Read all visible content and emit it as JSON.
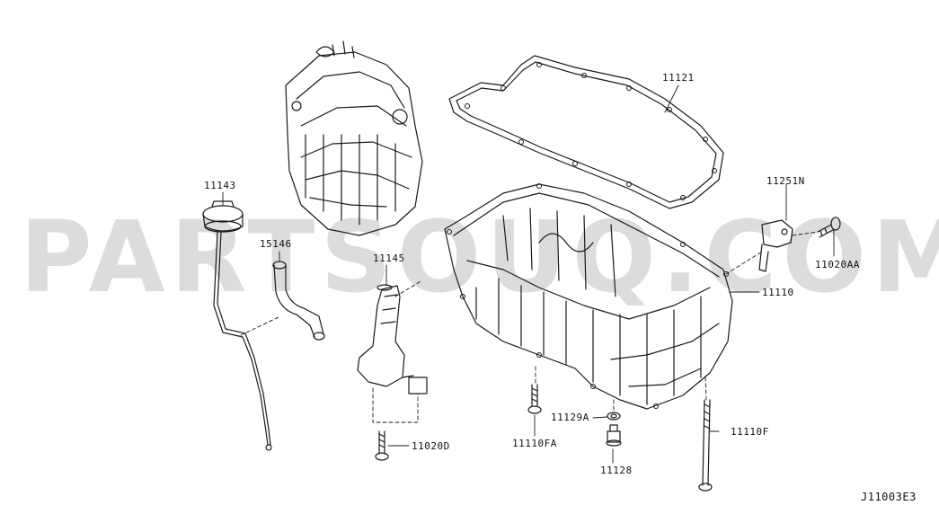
{
  "watermark": "PARTSOUQ.COM",
  "diagram_code": "J11003E3",
  "parts": {
    "p11121": "11121",
    "p11143": "11143",
    "p15146": "15146",
    "p11145": "11145",
    "p11251N": "11251N",
    "p11020AA": "11020AA",
    "p11110": "11110",
    "p11129A": "11129A",
    "p11110F": "11110F",
    "p11110FA": "11110FA",
    "p11020D": "11020D",
    "p11128": "11128"
  }
}
